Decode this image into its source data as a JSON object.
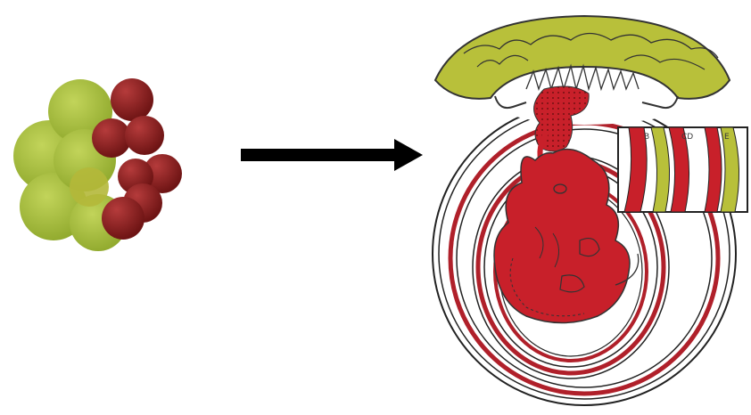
{
  "diagram": {
    "colors": {
      "green_cell": "#a9c23a",
      "green_cell_dark": "#8fa82c",
      "red_cell": "#8f1f1f",
      "red_cell_light": "#b53b3b",
      "embryo_red": "#c8202a",
      "placenta_green": "#b8c03a",
      "outline": "#222222",
      "arrow": "#000000"
    },
    "inset_labels": [
      "B",
      "CD",
      "E"
    ]
  }
}
